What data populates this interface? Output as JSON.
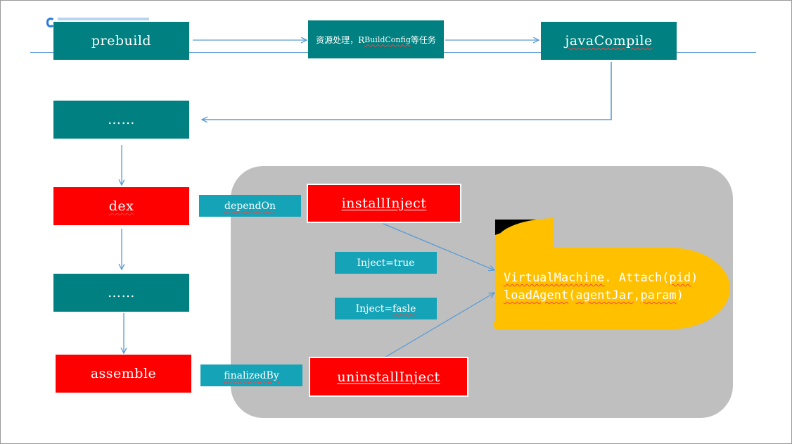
{
  "nodes": {
    "prebuild": "prebuild",
    "resource_prefix": "资源处理，R ",
    "resource_buildconfig": "BuildConfig",
    "resource_suffix": "等任务",
    "java_compile": "javaCompile",
    "ellipsis_top": "……",
    "dex": "dex",
    "ellipsis_mid": "……",
    "assemble": "assemble",
    "install_inject": "installInject",
    "uninstall_inject": "uninstallInject"
  },
  "labels": {
    "depend_on": "dependOn",
    "finalized_by": "finalizedBy",
    "inject_true": "Inject=true",
    "inject_false_prefix": "Inject=",
    "inject_false_value": "fasle"
  },
  "vm": {
    "line1_a": "VirtualMachine",
    "line1_b": ". Attach(",
    "line1_c": "pid",
    "line1_d": ")",
    "line2_a": "loadAgent",
    "line2_b": "(",
    "line2_c": "agentJar",
    "line2_d": ",",
    "line2_e": "param",
    "line2_f": ")"
  },
  "colors": {
    "teal": "#008080",
    "red": "#ff0000",
    "label_teal": "#15a3b8",
    "panel_gray": "#bfbfbf",
    "scroll_yellow": "#ffc000",
    "arrow_blue": "#5b9bd5"
  }
}
